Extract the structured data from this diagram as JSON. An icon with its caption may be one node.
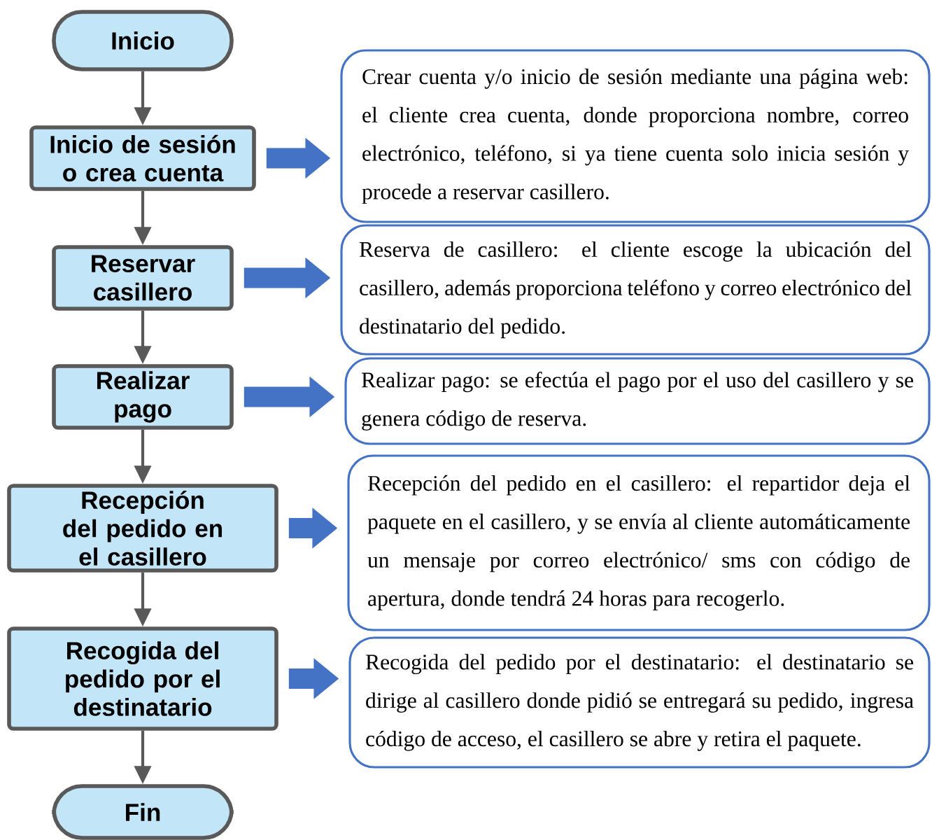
{
  "diagram": {
    "nodes": [
      {
        "text": [
          "Inicio"
        ]
      },
      {
        "text": [
          "Inicio de sesión o crea cuenta"
        ]
      },
      {
        "text": [
          "Reservar casillero"
        ]
      },
      {
        "text": [
          "Realizar pago"
        ]
      },
      {
        "text": [
          "Recepción del pedido en el casillero"
        ]
      },
      {
        "text": [
          "Recogida del pedido por el destinatario"
        ]
      },
      {
        "text": [
          "Fin"
        ]
      },
      {
        "text": [
          "Crear cuenta y/o inicio de sesión mediante una página web: el cliente crea cuenta, donde proporciona nombre, correo electrónico, teléfono, si ya tiene cuenta solo inicia sesión y procede a reservar casillero."
        ]
      },
      {
        "text": [
          "Reserva de casillero: el cliente escoge la ubicación del casillero, además proporciona teléfono y correo electrónico del destinatario del pedido."
        ]
      },
      {
        "text": [
          "Realizar pago: se efectúa el pago por el uso del casillero y se genera código de reserva."
        ]
      },
      {
        "text": [
          "Recepción del pedido en el casillero: el repartidor deja el paquete en el casillero, y se envía al cliente automáticamente un mensaje por correo electrónico/ sms con código de apertura, donde tendrá 24 horas para recogerlo."
        ]
      },
      {
        "text": [
          "Recogida del pedido por el destinatario: el destinatario se dirige al casillero donde pidió se entregará su pedido, ingresa código de acceso, el casillero se abre y retira el paquete."
        ]
      }
    ],
    "edges": [
      {
        "from": 0,
        "to": 1,
        "arrow": "to"
      },
      {
        "from": 1,
        "to": 2,
        "arrow": "to"
      },
      {
        "from": 2,
        "to": 3,
        "arrow": "to"
      },
      {
        "from": 3,
        "to": 4,
        "arrow": "to"
      },
      {
        "from": 4,
        "to": 5,
        "arrow": "to"
      },
      {
        "from": 5,
        "to": 6,
        "arrow": "to"
      },
      {
        "from": 1,
        "to": 7,
        "arrow": "to",
        "style": "thick",
        "color": "#4472c4"
      },
      {
        "from": 2,
        "to": 8,
        "arrow": "to",
        "style": "thick",
        "color": "#4472c4"
      },
      {
        "from": 3,
        "to": 9,
        "arrow": "to",
        "style": "thick",
        "color": "#4472c4"
      },
      {
        "from": 4,
        "to": 10,
        "arrow": "to",
        "style": "thick",
        "color": "#4472c4"
      },
      {
        "from": 5,
        "to": 11,
        "arrow": "to",
        "style": "thick",
        "color": "#4472c4"
      }
    ]
  }
}
